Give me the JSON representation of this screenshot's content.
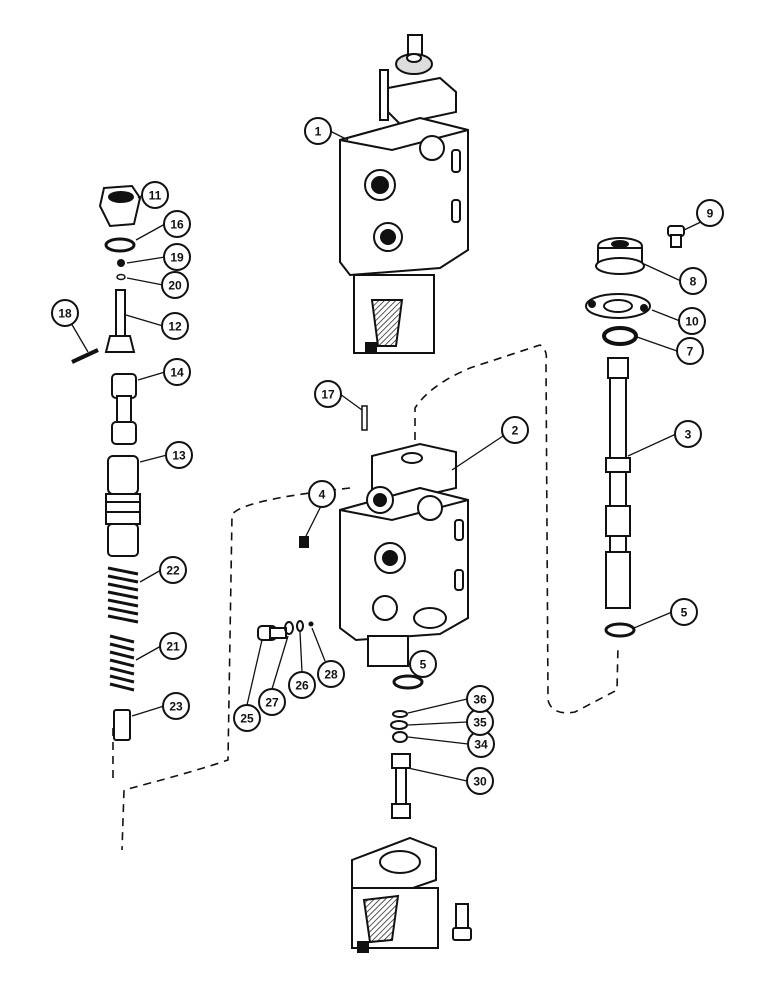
{
  "diagram": {
    "callouts": {
      "c1": "1",
      "c2": "2",
      "c3": "3",
      "c4": "4",
      "c5a": "5",
      "c5b": "5",
      "c7": "7",
      "c8": "8",
      "c9": "9",
      "c10": "10",
      "c11": "11",
      "c12": "12",
      "c13": "13",
      "c14": "14",
      "c16": "16",
      "c17": "17",
      "c18": "18",
      "c19": "19",
      "c20": "20",
      "c21": "21",
      "c22": "22",
      "c23": "23",
      "c25": "25",
      "c26": "26",
      "c27": "27",
      "c28": "28",
      "c30": "30",
      "c34": "34",
      "c35": "35",
      "c36": "36"
    }
  }
}
